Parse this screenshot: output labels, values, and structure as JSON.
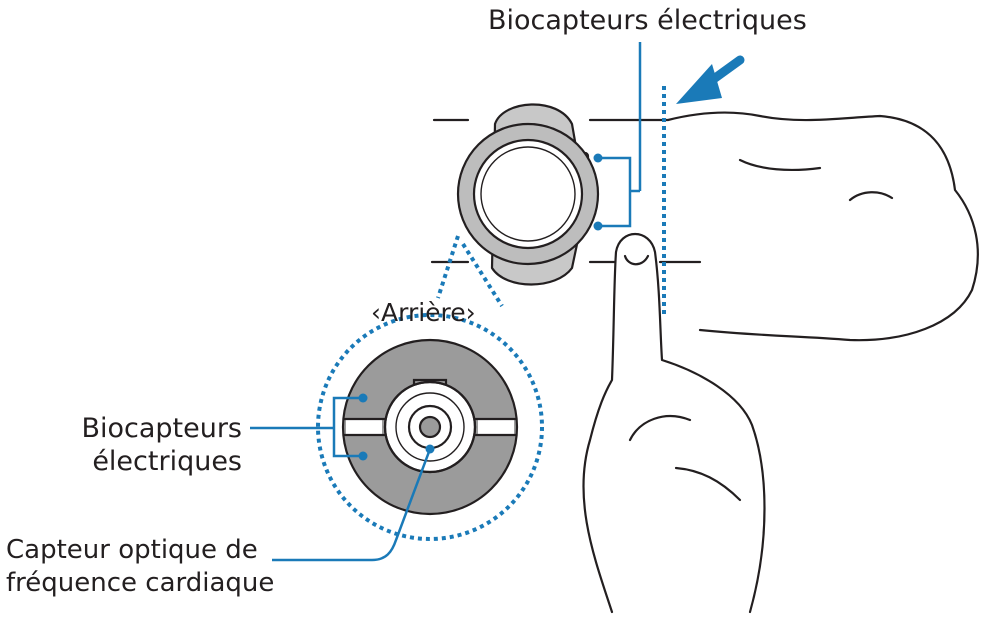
{
  "labels": {
    "electrical_top": "Biocapteurs électriques",
    "back_view": "‹Arrière›",
    "electrical_left_line1": "Biocapteurs",
    "electrical_left_line2": "électriques",
    "optical_line1": "Capteur optique de",
    "optical_line2": "fréquence cardiaque"
  },
  "colors": {
    "callout": "#1a7ab8",
    "stroke": "#231f20",
    "sensor_grey": "#9b9b9b",
    "bezel_grey": "#bdbdbd",
    "strap_grey": "#c8c8c8"
  },
  "icons": {
    "press_direction": "arrow-icon"
  }
}
